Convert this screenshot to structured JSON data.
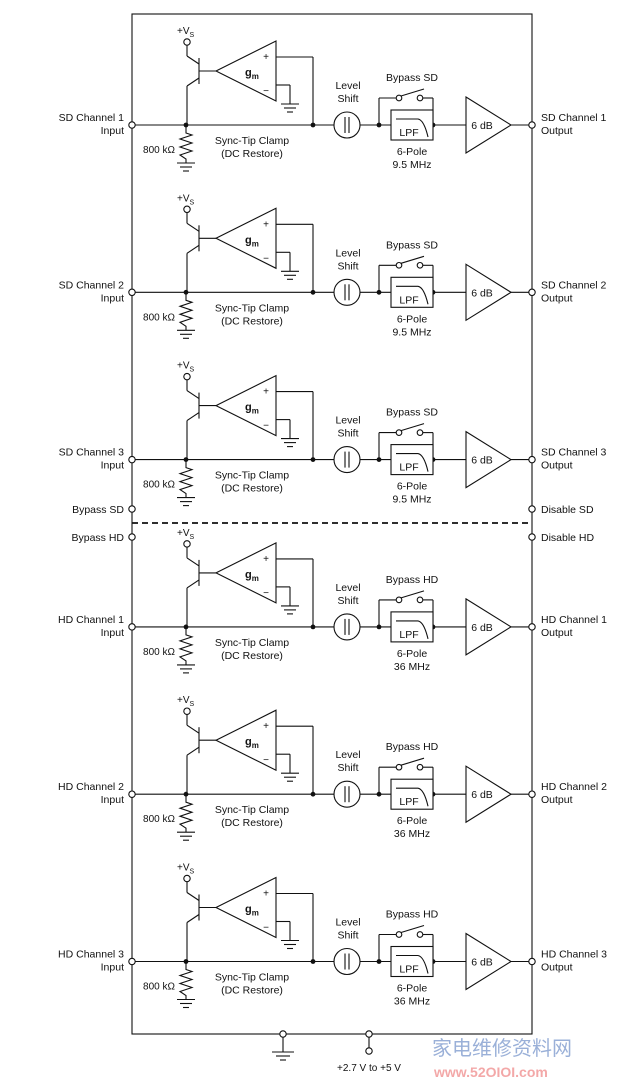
{
  "channels": [
    {
      "input": [
        "SD Channel 1",
        "Input"
      ],
      "output": [
        "SD Channel 1",
        "Output"
      ],
      "bypass": "Bypass SD",
      "filter": [
        "6-Pole",
        "9.5 MHz"
      ]
    },
    {
      "input": [
        "SD Channel 2",
        "Input"
      ],
      "output": [
        "SD Channel 2",
        "Output"
      ],
      "bypass": "Bypass SD",
      "filter": [
        "6-Pole",
        "9.5 MHz"
      ]
    },
    {
      "input": [
        "SD Channel 3",
        "Input"
      ],
      "output": [
        "SD Channel 3",
        "Output"
      ],
      "bypass": "Bypass SD",
      "filter": [
        "6-Pole",
        "9.5 MHz"
      ]
    },
    {
      "input": [
        "HD Channel 1",
        "Input"
      ],
      "output": [
        "HD Channel 1",
        "Output"
      ],
      "bypass": "Bypass HD",
      "filter": [
        "6-Pole",
        "36 MHz"
      ]
    },
    {
      "input": [
        "HD Channel 2",
        "Input"
      ],
      "output": [
        "HD Channel 2",
        "Output"
      ],
      "bypass": "Bypass HD",
      "filter": [
        "6-Pole",
        "36 MHz"
      ]
    },
    {
      "input": [
        "HD Channel 3",
        "Input"
      ],
      "output": [
        "HD Channel 3",
        "Output"
      ],
      "bypass": "Bypass HD",
      "filter": [
        "6-Pole",
        "36 MHz"
      ]
    }
  ],
  "common": {
    "supply": "+V",
    "supply_sub": "S",
    "gm": "g",
    "gm_sub": "m",
    "plus": "+",
    "minus": "−",
    "resistor": "800 kΩ",
    "clamp": [
      "Sync-Tip Clamp",
      "(DC Restore)"
    ],
    "level_shift": [
      "Level",
      "Shift"
    ],
    "lpf": "LPF",
    "gain": "6 dB"
  },
  "controls": {
    "bypass_sd": "Bypass SD",
    "disable_sd": "Disable SD",
    "bypass_hd": "Bypass HD",
    "disable_hd": "Disable HD"
  },
  "power_label": "+2.7 V to +5 V",
  "watermark": {
    "chinese": "家电维修资料网",
    "url": "www.52OIOI.com"
  }
}
